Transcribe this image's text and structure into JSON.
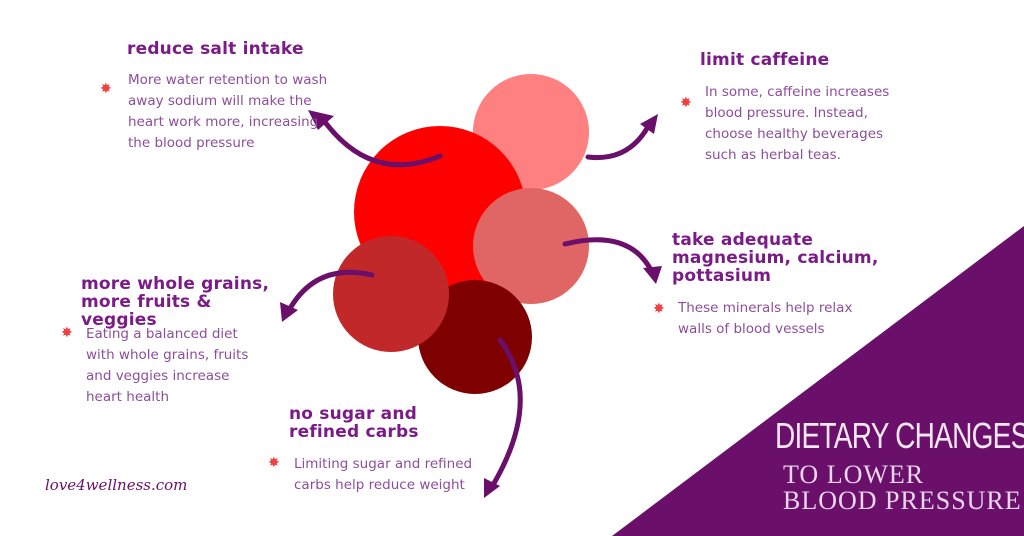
{
  "colors": {
    "purple": "#6a0f6a",
    "heading": "#7b1b87",
    "body": "#8d4d9b",
    "bullet": "#f04040"
  },
  "sections": [
    {
      "heading": "reduce salt intake",
      "text": "More water retention to wash away sodium will make the heart work more, increasing the blood pressure"
    },
    {
      "heading": "limit caffeine",
      "text": "In some, caffeine increases blood pressure. Instead, choose healthy beverages such as herbal teas."
    },
    {
      "heading": "take adequate magnesium, calcium, pottasium",
      "text": "These minerals help relax walls of blood vessels"
    },
    {
      "heading": "more whole grains, more fruits & veggies",
      "text": "Eating a balanced diet with whole grains, fruits and veggies increase heart health"
    },
    {
      "heading": "no sugar and refined carbs",
      "text": "Limiting sugar and refined carbs help reduce weight"
    }
  ],
  "title": {
    "line1": "DIETARY CHANGES",
    "line2": "TO LOWER",
    "line3": "BLOOD PRESSURE"
  },
  "logo": "love4wellness.com",
  "bullet_icon": "starburst-icon"
}
